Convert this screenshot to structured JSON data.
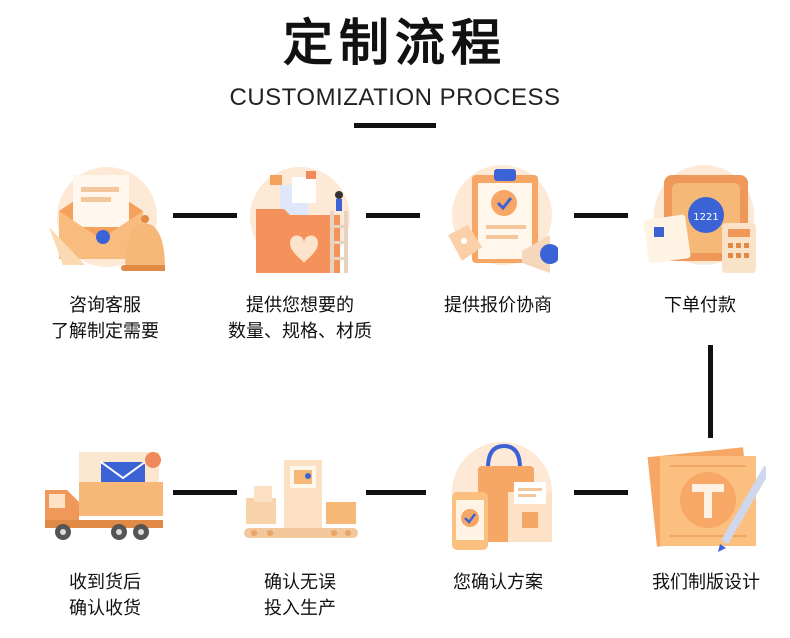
{
  "header": {
    "title": "定制流程",
    "subtitle": "CUSTOMIZATION PROCESS"
  },
  "steps": [
    {
      "lines": [
        "咨询客服",
        "了解制定需要"
      ],
      "icon": "envelope-bell-icon"
    },
    {
      "lines": [
        "提供您想要的",
        "数量、规格、材质"
      ],
      "icon": "folder-heart-icon"
    },
    {
      "lines": [
        "提供报价协商"
      ],
      "icon": "clipboard-megaphone-icon"
    },
    {
      "lines": [
        "下单付款"
      ],
      "icon": "safe-card-icon"
    },
    {
      "lines": [
        "我们制版设计"
      ],
      "icon": "design-pen-icon"
    },
    {
      "lines": [
        "您确认方案"
      ],
      "icon": "shopping-bag-phone-icon"
    },
    {
      "lines": [
        "确认无误",
        "投入生产"
      ],
      "icon": "production-line-icon"
    },
    {
      "lines": [
        "收到货后",
        "确认收货"
      ],
      "icon": "delivery-truck-icon"
    }
  ]
}
